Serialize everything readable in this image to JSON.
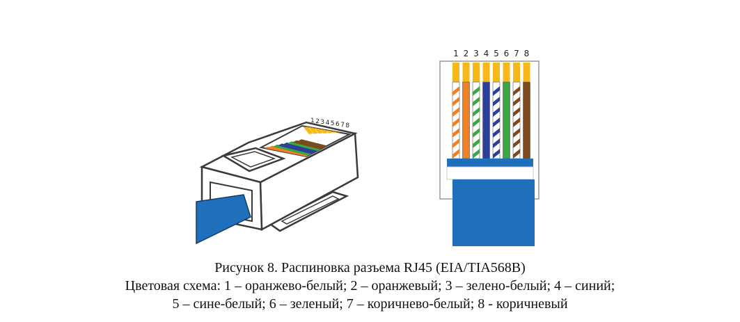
{
  "figure": {
    "pin_numbers": [
      "1",
      "2",
      "3",
      "4",
      "5",
      "6",
      "7",
      "8"
    ],
    "pins": [
      {
        "pin": "1",
        "base": "#ffffff",
        "stripe": "#f07f21"
      },
      {
        "pin": "2",
        "base": "#f07f21",
        "stripe": null
      },
      {
        "pin": "3",
        "base": "#ffffff",
        "stripe": "#3aa842"
      },
      {
        "pin": "4",
        "base": "#2e3f9a",
        "stripe": null
      },
      {
        "pin": "5",
        "base": "#ffffff",
        "stripe": "#2e3f9a"
      },
      {
        "pin": "6",
        "base": "#3aa842",
        "stripe": null
      },
      {
        "pin": "7",
        "base": "#ffffff",
        "stripe": "#7b4a1e"
      },
      {
        "pin": "8",
        "base": "#7b4a1e",
        "stripe": null
      }
    ],
    "colors": {
      "contact_gold": "#f7b91a",
      "cable_blue": "#1f6fba",
      "outline": "#3a3a3a"
    }
  },
  "caption": {
    "line1": "Рисунок 8. Распиновка разъема RJ45 (EIA/TIA568B)",
    "line2": "Цветовая схема: 1 – оранжево-белый; 2 – оранжевый; 3 – зелено-белый; 4 – синий;",
    "line3": "5 – сине-белый; 6 – зеленый; 7 – коричнево-белый; 8 - коричневый"
  }
}
